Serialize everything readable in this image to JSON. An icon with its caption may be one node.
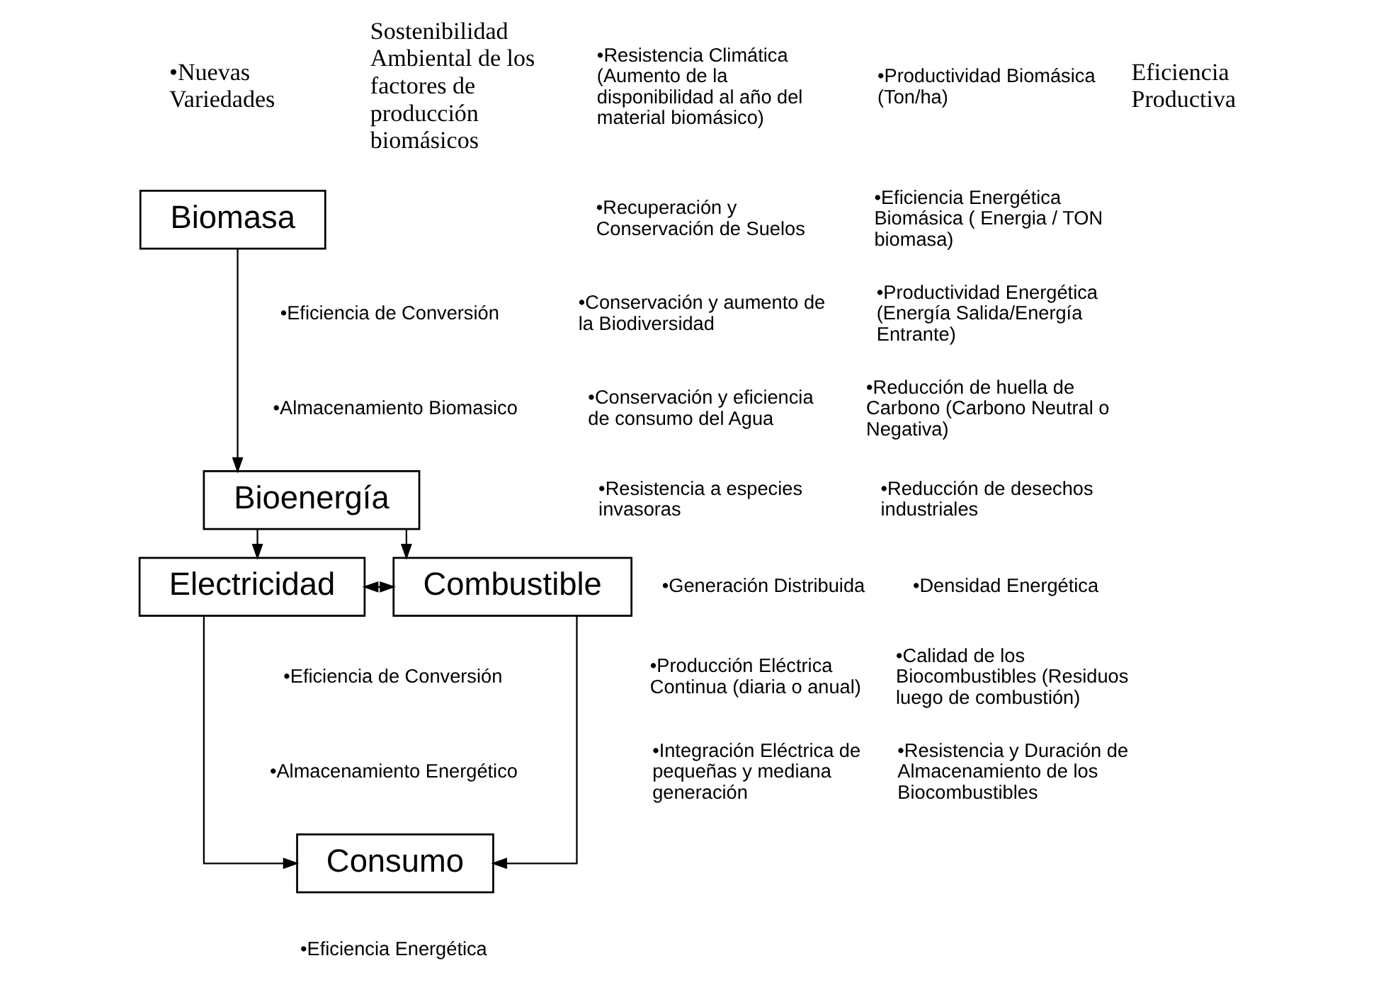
{
  "diagram": {
    "nodes": [
      {
        "text": [
          "Biomasa"
        ]
      },
      {
        "text": [
          "Bioenergía"
        ]
      },
      {
        "text": [
          "Electricidad"
        ]
      },
      {
        "text": [
          "Combustible"
        ]
      },
      {
        "text": [
          "Consumo"
        ]
      }
    ],
    "edges": [
      {
        "from": 0,
        "to": 1,
        "arrow": "to"
      },
      {
        "from": 1,
        "to": 2,
        "arrow": "to"
      },
      {
        "from": 1,
        "to": 3,
        "arrow": "to"
      },
      {
        "from": 2,
        "to": 3,
        "arrow": "both"
      },
      {
        "from": 2,
        "to": 4,
        "arrow": "to"
      },
      {
        "from": 3,
        "to": 4,
        "arrow": "to"
      }
    ],
    "labels": [
      "•Resistencia Climática (Aumento de la disponibilidad al año del material biomásico)",
      "•Nuevas Variedades",
      "•Productividad Biomásica (Ton/ha)",
      "•Eficiencia Energética Biomásica ( Energia / TON biomasa)",
      "•Recuperación y Conservación de Suelos",
      "Sostenibilidad Ambiental de los factores de producción biomásicos",
      "•Eficiencia de Conversión",
      "•Productividad Energética (Energía Salida/Energía Entrante)",
      "Eficiencia Productiva",
      "•Conservación y aumento de la Biodiversidad",
      "•Almacenamiento Biomasico",
      "•Conservación y eficiencia de consumo del Agua",
      "•Reducción de huella de Carbono (Carbono Neutral o Negativa)",
      "•Resistencia a especies invasoras",
      "•Reducción de desechos industriales",
      "•Generación Distribuida",
      "•Densidad Energética",
      "•Producción Eléctrica Continua (diaria o anual)",
      "•Calidad de los Biocombustibles (Residuos luego de combustión)",
      "•Eficiencia de Conversión",
      "•Integración Eléctrica de pequeñas y mediana generación",
      "•Almacenamiento Energético",
      "•Resistencia y Duración de Almacenamiento de los Biocombustibles",
      "•Eficiencia Energética"
    ]
  }
}
